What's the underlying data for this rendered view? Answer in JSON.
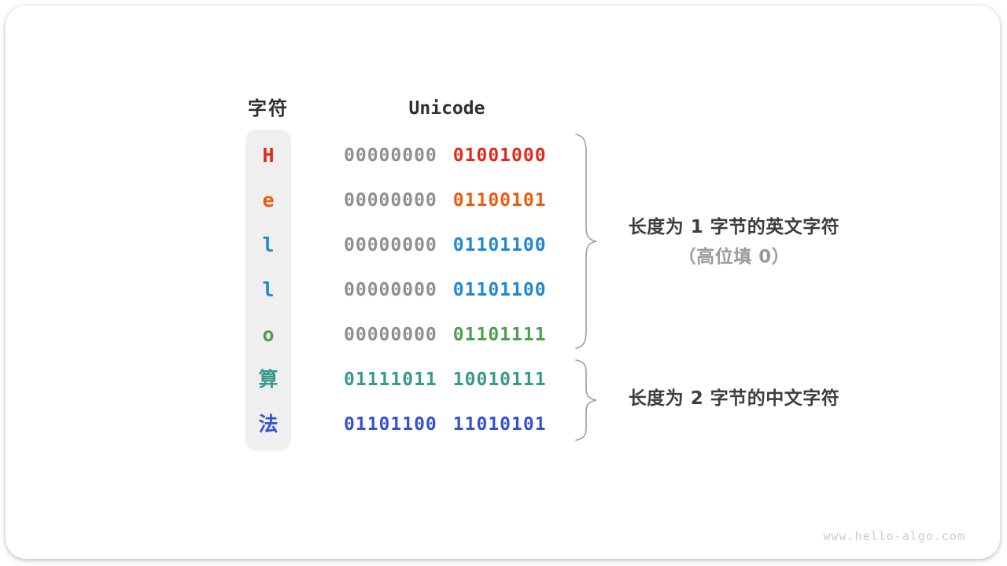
{
  "header": {
    "char_column": "字符",
    "unicode_column": "Unicode"
  },
  "table": {
    "rows": [
      {
        "char": "H",
        "color": "#e02a1d",
        "byte1": "00000000",
        "byte1_color": "#8f8f8f",
        "byte2": "01001000",
        "byte2_color": "#e02a1d"
      },
      {
        "char": "e",
        "color": "#ed5c0e",
        "byte1": "00000000",
        "byte1_color": "#8f8f8f",
        "byte2": "01100101",
        "byte2_color": "#ed5c0e"
      },
      {
        "char": "l",
        "color": "#1e88d5",
        "byte1": "00000000",
        "byte1_color": "#8f8f8f",
        "byte2": "01101100",
        "byte2_color": "#1e88d5"
      },
      {
        "char": "l",
        "color": "#1e88d5",
        "byte1": "00000000",
        "byte1_color": "#8f8f8f",
        "byte2": "01101100",
        "byte2_color": "#1e88d5"
      },
      {
        "char": "o",
        "color": "#4f9e51",
        "byte1": "00000000",
        "byte1_color": "#8f8f8f",
        "byte2": "01101111",
        "byte2_color": "#4f9e51"
      },
      {
        "char": "算",
        "color": "#389a8c",
        "byte1": "01111011",
        "byte1_color": "#389a8c",
        "byte2": "10010111",
        "byte2_color": "#389a8c"
      },
      {
        "char": "法",
        "color": "#3750d2",
        "byte1": "01101100",
        "byte1_color": "#3750d2",
        "byte2": "11010101",
        "byte2_color": "#3750d2"
      }
    ]
  },
  "annotations": {
    "group1_line1": "长度为 1 字节的英文字符",
    "group1_line2": "（高位填 0）",
    "group2_line1": "长度为 2 字节的中文字符"
  },
  "brace_color": "#9e9e9e",
  "watermark": "www.hello-algo.com"
}
